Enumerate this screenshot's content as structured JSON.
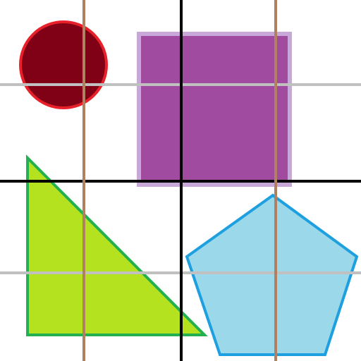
{
  "canvas": {
    "background": "#ffffff"
  },
  "shapes": [
    {
      "kind": "circle",
      "name": "dark-red-circle",
      "fill": "#800016",
      "stroke": "#e8202a"
    },
    {
      "kind": "square",
      "name": "purple-square",
      "fill": "#a04aa0",
      "stroke": "#c8a8d8"
    },
    {
      "kind": "right-triangle",
      "name": "lime-triangle",
      "fill": "#b5e21e",
      "stroke": "#22b050"
    },
    {
      "kind": "pentagon",
      "name": "light-blue-pentagon",
      "fill": "#9ad8ea",
      "stroke": "#1ea0e0"
    }
  ],
  "lines": [
    {
      "orientation": "horizontal",
      "name": "gray-horizontal-line",
      "color": "#c0c0c0"
    },
    {
      "orientation": "horizontal",
      "name": "black-horizontal-line",
      "color": "#000000"
    },
    {
      "orientation": "horizontal",
      "name": "gray-horizontal-line",
      "color": "#c0c0c0"
    },
    {
      "orientation": "vertical",
      "name": "brown-vertical-line",
      "color": "#b08060"
    },
    {
      "orientation": "vertical",
      "name": "black-vertical-line",
      "color": "#000000"
    },
    {
      "orientation": "vertical",
      "name": "brown-vertical-line",
      "color": "#b08060"
    }
  ]
}
